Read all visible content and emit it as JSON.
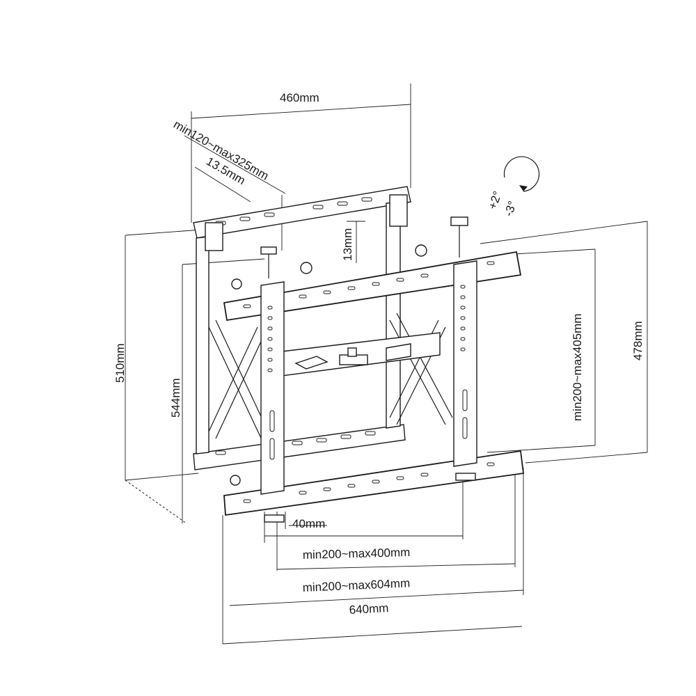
{
  "dimensions": {
    "top_width": "460mm",
    "depth_range": "min120~max325mm",
    "depth_small": "13.5mm",
    "vertical_adjust": "13mm",
    "tilt_up": "+2°",
    "tilt_down": "-3°",
    "left_height": "510mm",
    "frame_height": "544mm",
    "vesa_vertical": "min200~max405mm",
    "right_height": "478mm",
    "offset": "40mm",
    "vesa_horizontal_inner": "min200~max400mm",
    "vesa_horizontal_outer": "min200~max604mm",
    "total_width": "640mm"
  }
}
